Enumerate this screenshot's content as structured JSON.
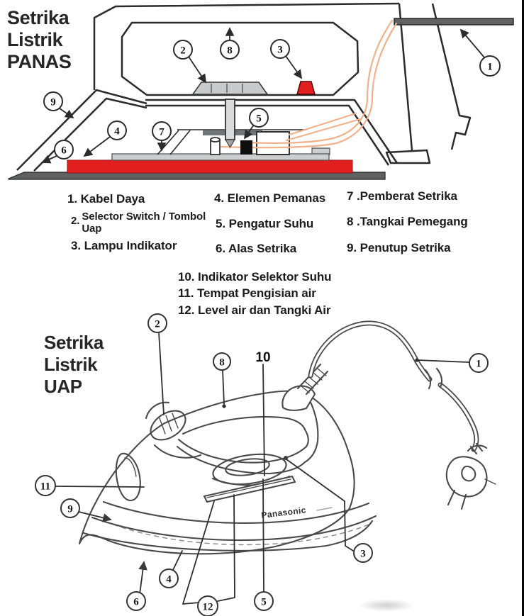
{
  "top_diagram": {
    "title": [
      "Setrika",
      "Listrik",
      "PANAS"
    ],
    "callouts": [
      "9",
      "6",
      "4",
      "7",
      "2",
      "8",
      "3",
      "5",
      "1"
    ]
  },
  "legend": {
    "item1": "1. Kabel Daya",
    "item2_num": "2.",
    "item2_line1": "Selector Switch / Tombol",
    "item2_line2": "Uap",
    "item3": "3. Lampu Indikator",
    "item4": "4. Elemen Pemanas",
    "item5": "5. Pengatur Suhu",
    "item6": "6. Alas Setrika",
    "item7": "7 .Pemberat Setrika",
    "item8": "8 .Tangkai Pemegang",
    "item9": "9. Penutup Setrika",
    "item10": "10. Indikator Selektor Suhu",
    "item11": "11. Tempat Pengisian air",
    "item12": "12. Level air dan Tangki Air"
  },
  "bottom_diagram": {
    "title": [
      "Setrika",
      "Listrik",
      "UAP"
    ],
    "brand": "Panasonic",
    "label10": "10",
    "callouts": [
      "2",
      "8",
      "1",
      "11",
      "9",
      "6",
      "4",
      "12",
      "5",
      "3"
    ]
  },
  "colors": {
    "line": "#2b2b2b",
    "sketch": "#4a4a4a",
    "red": "#e31e1e",
    "wire": "#f2b18a",
    "metal": "#c9cacc",
    "base": "#5f6163"
  }
}
